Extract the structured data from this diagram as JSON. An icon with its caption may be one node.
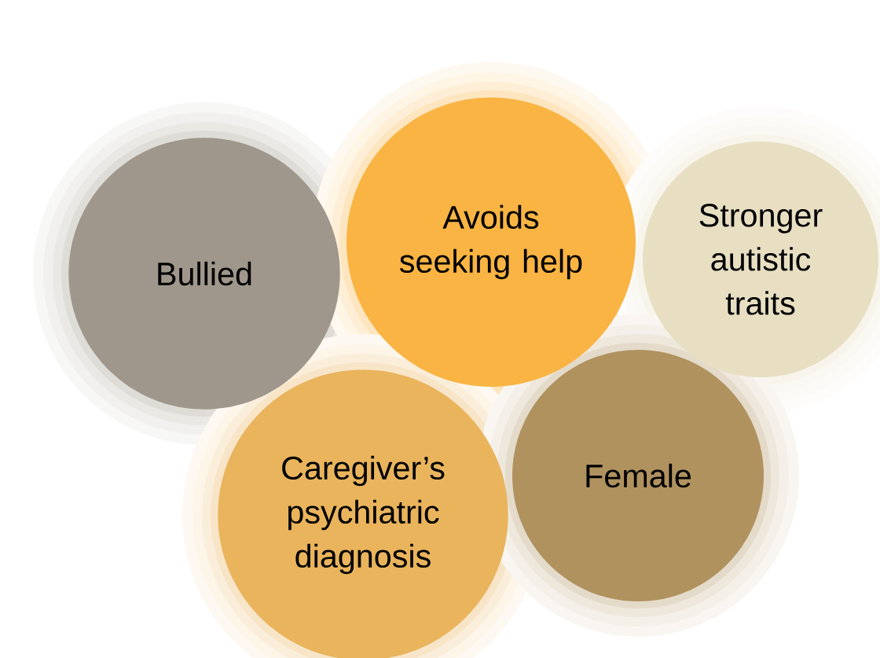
{
  "diagram": {
    "nodes": [
      {
        "text": [
          "Bullied"
        ]
      },
      {
        "text": [
          "Avoids seeking help"
        ]
      },
      {
        "text": [
          "Stronger autistic traits"
        ]
      },
      {
        "text": [
          "Caregiver’s psychiatric diagnosis"
        ]
      },
      {
        "text": [
          "Female"
        ]
      }
    ]
  }
}
